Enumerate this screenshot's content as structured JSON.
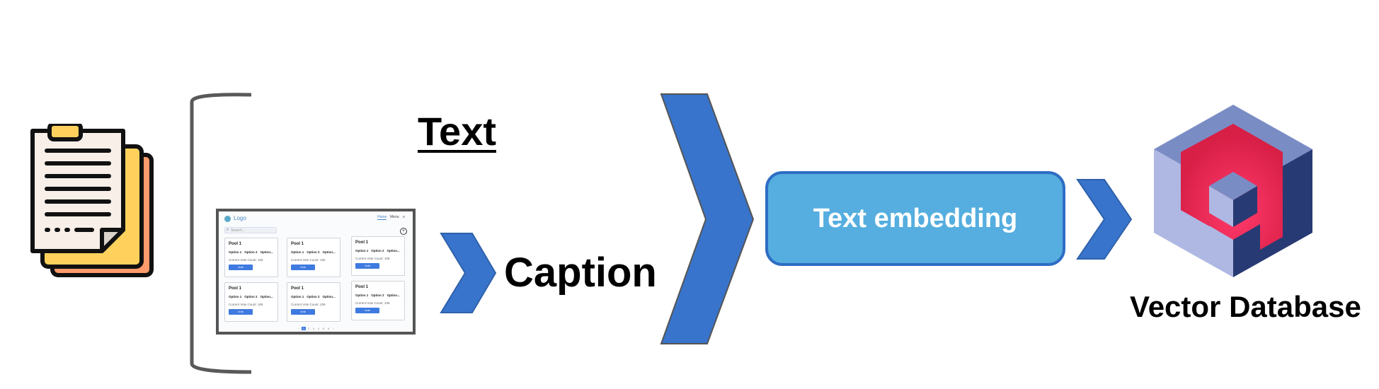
{
  "diagram": {
    "input": {
      "text_label": "Text",
      "caption_label": "Caption"
    },
    "embedding": {
      "label": "Text embedding"
    },
    "database": {
      "label": "Vector Database"
    },
    "colors": {
      "arrow_blue": "#3874cb",
      "embedding_fill": "#55aedf",
      "embedding_border": "#2e6dc4",
      "cube_dark": "#283a73",
      "cube_mid": "#7a8cc4",
      "cube_light": "#aeb8e3",
      "cube_red": "#e0244d",
      "doc_yellow": "#ffd15c",
      "doc_orange": "#ff9b6b"
    },
    "icons": [
      "documents-icon",
      "bracket",
      "chevron-arrow-icon",
      "vector-database-cube-icon"
    ]
  },
  "mockup": {
    "logo": "Logo",
    "nav": [
      "Home",
      "Menu",
      "≡"
    ],
    "search_placeholder": "Search...",
    "add": "+",
    "cards": [
      {
        "title": "Pool 1",
        "options": [
          "Option 1",
          "Option 2",
          "Option..."
        ],
        "votes": "Current Vote Count: 106",
        "button": "Vote"
      },
      {
        "title": "Pool 1",
        "options": [
          "Option 1",
          "Option 2",
          "Option..."
        ],
        "votes": "Current Vote Count: 106",
        "button": "Vote"
      },
      {
        "title": "Pool 1",
        "options": [
          "Option 1",
          "Option 2",
          "Option..."
        ],
        "votes": "Current Vote Count: 106",
        "button": "Vote"
      },
      {
        "title": "Pool 1",
        "options": [
          "Option 1",
          "Option 2",
          "Option..."
        ],
        "votes": "Current Vote Count: 106",
        "button": "Vote"
      },
      {
        "title": "Pool 1",
        "options": [
          "Option 1",
          "Option 2",
          "Option..."
        ],
        "votes": "Current Vote Count: 106",
        "button": "Vote"
      },
      {
        "title": "Pool 1",
        "options": [
          "Option 1",
          "Option 2",
          "Option..."
        ],
        "votes": "Current Vote Count: 106",
        "button": "Vote"
      }
    ],
    "pager": [
      "‹",
      "1",
      "2",
      "3",
      "4",
      "5",
      "6",
      "›"
    ]
  }
}
